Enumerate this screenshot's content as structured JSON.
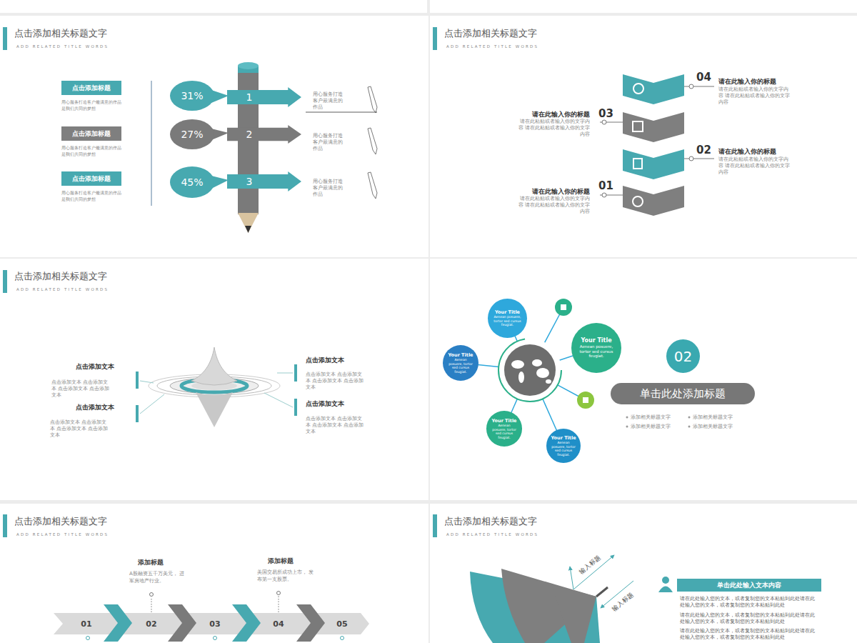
{
  "diagram": {
    "nodes": [
      {
        "text": [
          "点击添加相关标题文字",
          "ADD RELATED TITLE WORDS"
        ]
      },
      {
        "text": [
          "点击添加标题",
          "用心服务打造客户最满意的作品是我们共同的梦想"
        ],
        "in": 0
      },
      {
        "text": [
          "点击添加标题",
          "用心服务打造客户最满意的作品是我们共同的梦想"
        ],
        "in": 0
      },
      {
        "text": [
          "点击添加标题",
          "用心服务打造客户最满意的作品是我们共同的梦想"
        ],
        "in": 0
      },
      {
        "text": [
          "31%"
        ],
        "in": 0
      },
      {
        "text": [
          "1"
        ],
        "in": 0
      },
      {
        "text": [
          "27%"
        ],
        "in": 0
      },
      {
        "text": [
          "2"
        ],
        "in": 0
      },
      {
        "text": [
          "45%"
        ],
        "in": 0
      },
      {
        "text": [
          "3"
        ],
        "in": 0
      },
      {
        "text": [
          "点击添加相关标题文字",
          "ADD RELATED TITLE WORDS"
        ]
      },
      {
        "text": [
          "点击添加相关标题文字",
          "ADD RELATED TITLE WORDS"
        ]
      },
      {
        "text": [
          "Your Title",
          "Aenean posuere, tortor sed cursus feugiat."
        ]
      },
      {
        "text": [
          "Your Title",
          "Aenean posuere, tortor sed cursus feugiat."
        ]
      },
      {
        "text": [
          "Your Title",
          "Aenean posuere, tortor sed cursus feugiat."
        ]
      },
      {
        "text": [
          "Your Title",
          "Aenean posuere, tortor sed cursus feugiat."
        ]
      },
      {
        "text": [
          "Your Title",
          "Aenean posuere, tortor sed cursus feugiat."
        ]
      },
      {
        "text": [
          "02"
        ]
      },
      {
        "text": [
          "单击此处添加标题"
        ]
      },
      {
        "text": [
          "点击添加相关标题文字",
          "ADD RELATED TITLE WORDS"
        ]
      },
      {
        "text": [
          "01"
        ],
        "in": 19
      },
      {
        "text": [
          "02"
        ],
        "in": 19
      },
      {
        "text": [
          "03"
        ],
        "in": 19
      },
      {
        "text": [
          "04"
        ],
        "in": 19
      },
      {
        "text": [
          "05"
        ],
        "in": 19
      },
      {
        "text": [
          "点击添加相关标题文字",
          "ADD RELATED TITLE WORDS"
        ]
      },
      {
        "text": [
          "单击此处输入文本内容"
        ],
        "in": 25
      }
    ],
    "labels": [
      "用心服务打造客户最满意的作品",
      "用心服务打造客户最满意的作品",
      "用心服务打造客户最满意的作品",
      "04",
      "请在此输入你的标题",
      "请在此粘贴或者输入你的文字内容 请在此粘贴或者输入你的文字内容",
      "03",
      "请在此输入你的标题",
      "请在此粘贴或者输入你的文字内容 请在此粘贴或者输入你的文字内容",
      "02",
      "请在此输入你的标题",
      "请在此粘贴或者输入你的文字内容 请在此粘贴或者输入你的文字内容",
      "01",
      "请在此输入你的标题",
      "请在此粘贴或者输入你的文字内容 请在此粘贴或者输入你的文字内容",
      "点击添加文本",
      "点击添加文本 点击添加文本 点击添加文本 点击添加文本",
      "点击添加文本",
      "点击添加文本 点击添加文本 点击添加文本 点击添加文本",
      "点击添加文本",
      "点击添加文本 点击添加文本 点击添加文本 点击添加文本",
      "点击添加文本",
      "点击添加文本 点击添加文本 点击添加文本 点击添加文本",
      "添加相关标题文字",
      "添加相关标题文字",
      "添加相关标题文字",
      "添加相关标题文字",
      "添加标题",
      "A股融资五千万美元， 进军房地产行业。",
      "添加标题",
      "美国交易所成功上市， 发布第一支股票。",
      "输入标题",
      "输入标题",
      "请在此处输入您的文本，或者复制您的文本粘贴到此处请在此处输入您的文本，或者复制您的文本粘贴到此处",
      "请在此处输入您的文本，或者复制您的文本粘贴到此处请在此处输入您的文本，或者复制您的文本粘贴到此处",
      "请在此处输入您的文本，或者复制您的文本粘贴到此处请在此处输入您的文本，或者复制您的文本粘贴到此处"
    ]
  }
}
